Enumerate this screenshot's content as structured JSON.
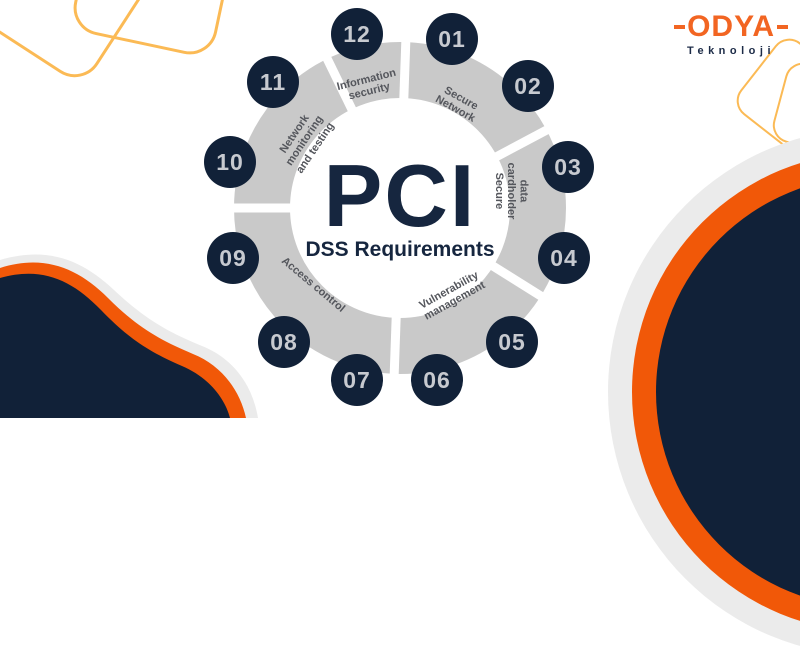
{
  "brand": {
    "name": "ODYA",
    "subtitle": "Teknoloji"
  },
  "wheel": {
    "center_title": "PCI",
    "center_subtitle": "DSS Requirements",
    "numbers": [
      "01",
      "02",
      "03",
      "04",
      "05",
      "06",
      "07",
      "08",
      "09",
      "10",
      "11",
      "12"
    ],
    "labels": [
      {
        "id": "secure-network",
        "text": "Secure\nNetwork"
      },
      {
        "id": "secure-cardholder-data",
        "text": "Secure\ncardholder\ndata"
      },
      {
        "id": "vulnerability-management",
        "text": "Vulnerability\nmanagement"
      },
      {
        "id": "access-control",
        "text": "Access control"
      },
      {
        "id": "network-monitoring-and-testing",
        "text": "Network\nmonitoring\nand testing"
      },
      {
        "id": "information-security",
        "text": "Information\nsecurity"
      }
    ]
  },
  "colors": {
    "navy": "#112138",
    "ring_gray": "#C9C9C9",
    "orange": "#F15808",
    "logo_orange": "#F26522",
    "amber_outline": "#FBBA55",
    "light_gray": "#EBEBEB",
    "label_gray": "#54565C",
    "number_text": "#C7CAD0"
  }
}
